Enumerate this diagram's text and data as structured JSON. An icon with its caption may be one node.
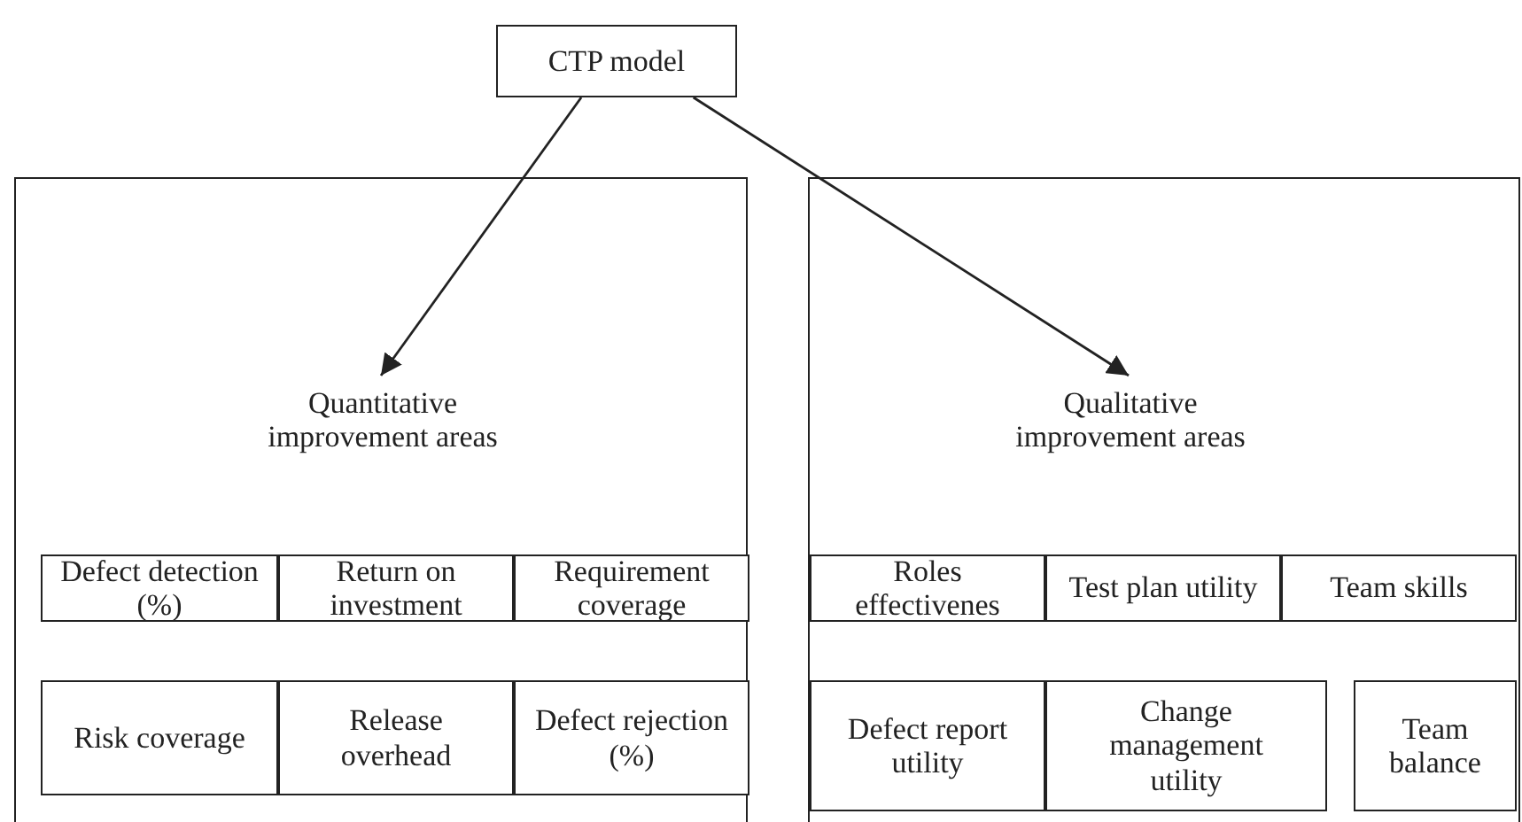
{
  "diagram": {
    "nodes": [
      {
        "text": [
          "CTP model"
        ]
      },
      {
        "text": [],
        "shape": "box"
      },
      {
        "text": [
          "Quantitative improvement areas"
        ],
        "in": 1
      },
      {
        "text": [
          "Defect detection (%)"
        ],
        "in": 1
      },
      {
        "text": [
          "Return on investment"
        ],
        "in": 1
      },
      {
        "text": [
          "Requirement coverage"
        ],
        "in": 1
      },
      {
        "text": [
          "Risk coverage"
        ],
        "in": 1
      },
      {
        "text": [
          "Release overhead"
        ],
        "in": 1
      },
      {
        "text": [
          "Defect rejection (%)"
        ],
        "in": 1
      },
      {
        "text": [],
        "shape": "box"
      },
      {
        "text": [
          "Qualitative improvement areas"
        ],
        "in": 9
      },
      {
        "text": [
          "Roles effectivenes"
        ],
        "in": 9
      },
      {
        "text": [
          "Test plan utility"
        ],
        "in": 9
      },
      {
        "text": [
          "Team skills"
        ],
        "in": 9
      },
      {
        "text": [
          "Defect report utility"
        ],
        "in": 9
      },
      {
        "text": [
          "Change management utility"
        ],
        "in": 9
      },
      {
        "text": [
          "Team balance"
        ],
        "in": 9
      }
    ],
    "edges": [
      {
        "from": 0,
        "to": 2,
        "arrow": "to"
      },
      {
        "from": 0,
        "to": 10,
        "arrow": "to"
      }
    ]
  }
}
